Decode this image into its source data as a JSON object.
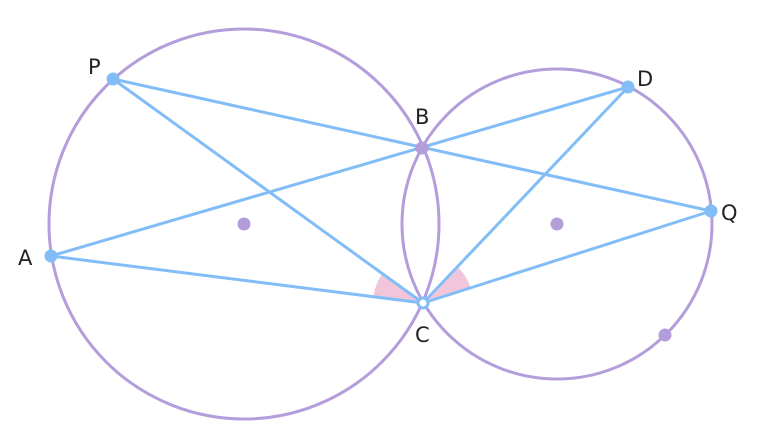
{
  "diagram": {
    "points": {
      "P": "P",
      "B": "B",
      "D": "D",
      "A": "A",
      "Q": "Q",
      "C": "C"
    },
    "colors": {
      "circle": "#b39ddb",
      "segment": "#82bdf7",
      "angle": "#f0bcd4",
      "point": "#82bdf7",
      "center": "#b39ddb"
    }
  }
}
